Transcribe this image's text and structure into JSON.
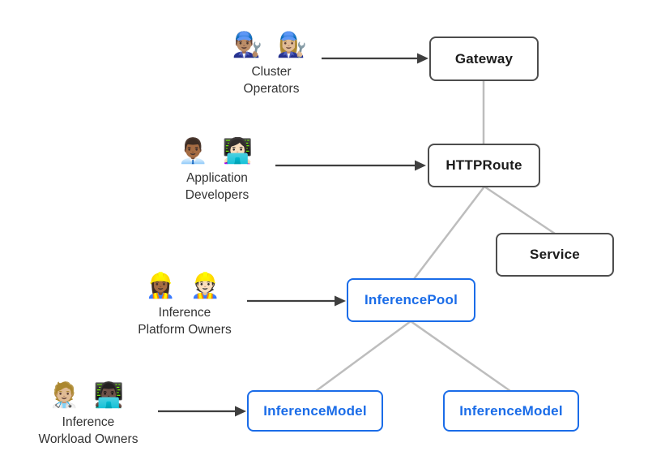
{
  "diagram": {
    "actors": [
      {
        "id": "cluster-operators",
        "emojis": "👨🏽‍🔧 👩🏼‍🔧",
        "label": "Cluster\nOperators"
      },
      {
        "id": "application-developers",
        "emojis": "👨🏾‍💼 👩🏻‍💻",
        "label": "Application\nDevelopers"
      },
      {
        "id": "inference-platform-owners",
        "emojis": "👷🏾‍♀️ 👷🏻",
        "label": "Inference\nPlatform Owners"
      },
      {
        "id": "inference-workload-owners",
        "emojis": "🧑🏼‍⚕️ 👨🏿‍💻",
        "label": "Inference\nWorkload Owners"
      }
    ],
    "nodes": [
      {
        "id": "gateway",
        "label": "Gateway",
        "style": "dark"
      },
      {
        "id": "httproute",
        "label": "HTTPRoute",
        "style": "dark"
      },
      {
        "id": "service",
        "label": "Service",
        "style": "dark"
      },
      {
        "id": "inferencepool",
        "label": "InferencePool",
        "style": "blue"
      },
      {
        "id": "inferencemodel-left",
        "label": "InferenceModel",
        "style": "blue"
      },
      {
        "id": "inferencemodel-right",
        "label": "InferenceModel",
        "style": "blue"
      }
    ],
    "colors": {
      "blue_accent": "#1a6ce8",
      "dark_border": "#4d4d4d",
      "connector_gray": "#bdbdbd",
      "arrow_dark": "#3f3f3f",
      "background": "#ffffff"
    }
  }
}
